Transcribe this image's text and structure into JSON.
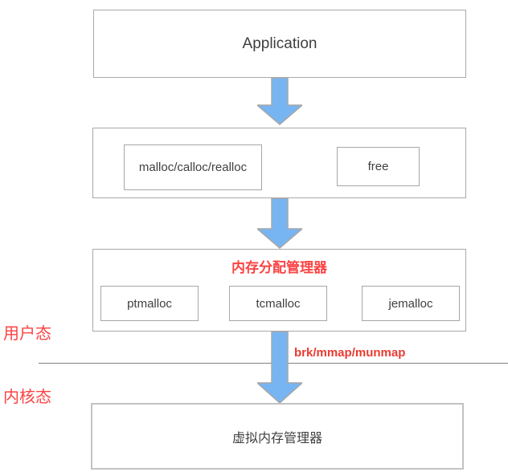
{
  "diagram": {
    "application_layer": {
      "label": "Application"
    },
    "libc_layer": {
      "malloc_label": "malloc/calloc/realloc",
      "free_label": "free"
    },
    "allocator_layer": {
      "title": "内存分配管理器",
      "allocators": [
        "ptmalloc",
        "tcmalloc",
        "jemalloc"
      ]
    },
    "mode_boundary": {
      "user_mode_label": "用户态",
      "kernel_mode_label": "内核态",
      "syscall_label": "brk/mmap/munmap"
    },
    "kernel_layer": {
      "label": "虚拟内存管理器"
    },
    "colors": {
      "accent_red": "#fb4343",
      "syscall_red": "#ea3b31",
      "arrow_blue": "#77b5f2",
      "arrow_border": "#a6a6a6",
      "box_border": "#a9a9a9",
      "text": "#3f3f3f",
      "divider_gray": "#808080"
    }
  }
}
